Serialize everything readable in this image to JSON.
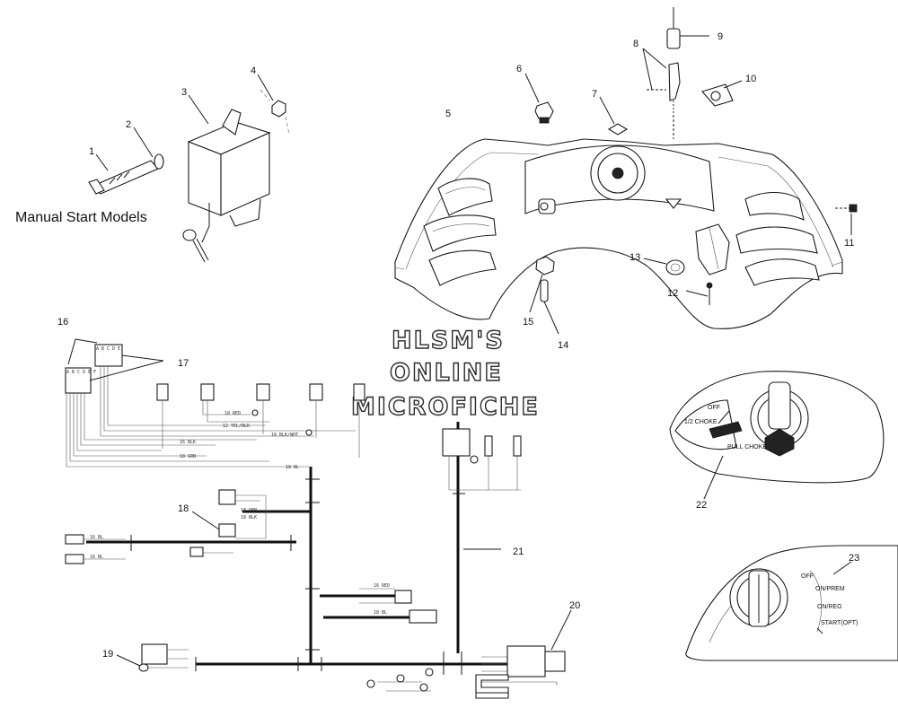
{
  "caption": "Manual Start Models",
  "watermark": [
    "HLSM'S",
    "ONLINE",
    "MICROFICHE"
  ],
  "callouts": [
    "1",
    "2",
    "3",
    "4",
    "5",
    "6",
    "7",
    "8",
    "9",
    "10",
    "11",
    "12",
    "13",
    "14",
    "15",
    "16",
    "17",
    "18",
    "19",
    "20",
    "21",
    "22",
    "23"
  ],
  "dial_choke": {
    "off": "OFF",
    "half": "1/2 CHOKE",
    "pull": "PULL CHOKE"
  },
  "dial_key": {
    "off": "OFF",
    "prem": "ON/PREM",
    "reg": "ON/REG",
    "start": "START(OPT)"
  }
}
